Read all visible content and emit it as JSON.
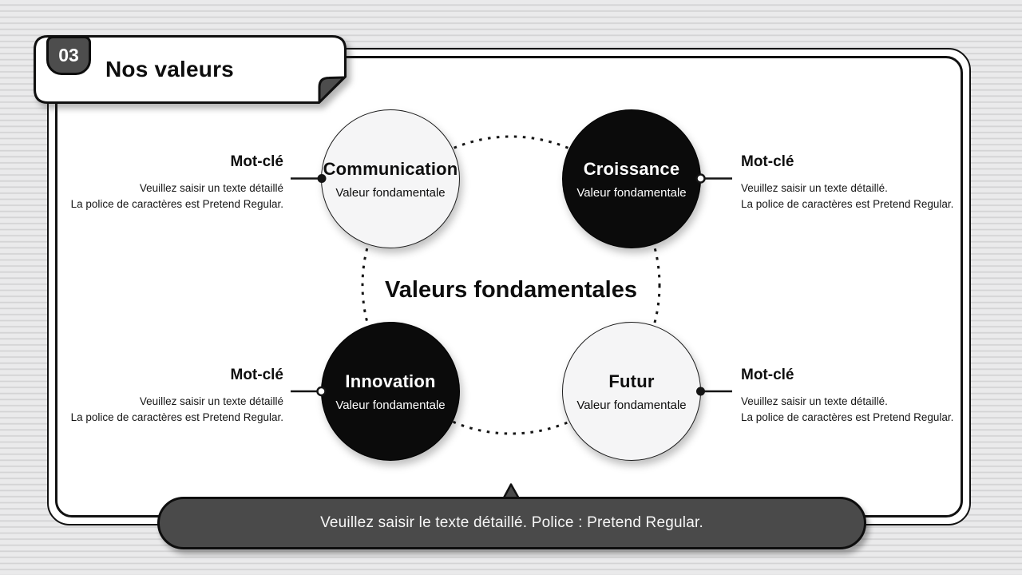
{
  "header": {
    "number": "03",
    "title": "Nos valeurs"
  },
  "diagram": {
    "center_title": "Valeurs fondamentales",
    "values": [
      {
        "name": "Communication",
        "subtitle": "Valeur fondamentale",
        "theme": "light",
        "keyword": "Mot-clé",
        "desc1": "Veuillez saisir un texte détaillé",
        "desc2": "La police de caractères est Pretend Regular."
      },
      {
        "name": "Croissance",
        "subtitle": "Valeur fondamentale",
        "theme": "dark",
        "keyword": "Mot-clé",
        "desc1": "Veuillez saisir un texte détaillé.",
        "desc2": "La police de caractères est Pretend Regular."
      },
      {
        "name": "Innovation",
        "subtitle": "Valeur fondamentale",
        "theme": "dark",
        "keyword": "Mot-clé",
        "desc1": "Veuillez saisir un texte détaillé",
        "desc2": "La police de caractères est Pretend Regular."
      },
      {
        "name": "Futur",
        "subtitle": "Valeur fondamentale",
        "theme": "light",
        "keyword": "Mot-clé",
        "desc1": "Veuillez saisir un texte détaillé.",
        "desc2": "La police de caractères est Pretend Regular."
      }
    ]
  },
  "footer": {
    "text": "Veuillez saisir le texte détaillé. Police : Pretend Regular."
  },
  "colors": {
    "dark_gray": "#4a4a4a",
    "black": "#111111",
    "light_circle": "#f5f5f6",
    "card_white": "#ffffff",
    "stripe_light": "#eaeaeb",
    "stripe_dark": "#d4d4d5"
  }
}
